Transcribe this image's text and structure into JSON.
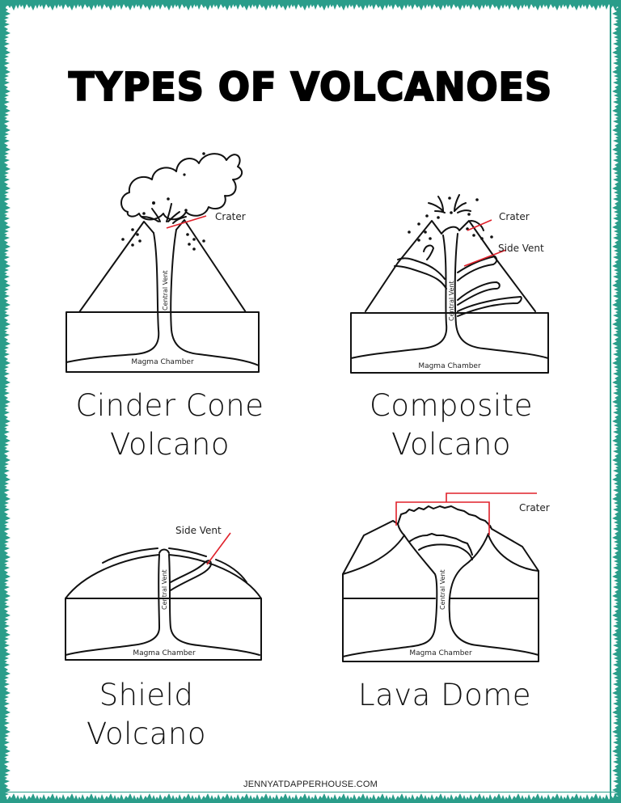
{
  "title": "TYPES OF VOLCANOES",
  "colors": {
    "border": "#2a9d8a",
    "label_line": "#e0202a",
    "ink": "#111111"
  },
  "volcanoes": [
    {
      "name_line1": "Cinder Cone",
      "name_line2": "Volcano",
      "labels": {
        "crater": "Crater",
        "central_vent": "Central Vent",
        "magma_chamber": "Magma Chamber"
      }
    },
    {
      "name_line1": "Composite",
      "name_line2": "Volcano",
      "labels": {
        "crater": "Crater",
        "side_vent": "Side Vent",
        "central_vent": "Central Vent",
        "magma_chamber": "Magma Chamber"
      }
    },
    {
      "name_line1": "Shield",
      "name_line2": "Volcano",
      "labels": {
        "side_vent": "Side Vent",
        "central_vent": "Central Vent",
        "magma_chamber": "Magma Chamber"
      }
    },
    {
      "name_line1": "Lava Dome",
      "name_line2": "",
      "labels": {
        "crater": "Crater",
        "central_vent": "Central Vent",
        "magma_chamber": "Magma Chamber"
      }
    }
  ],
  "footer": "JENNYATDAPPERHOUSE.COM"
}
